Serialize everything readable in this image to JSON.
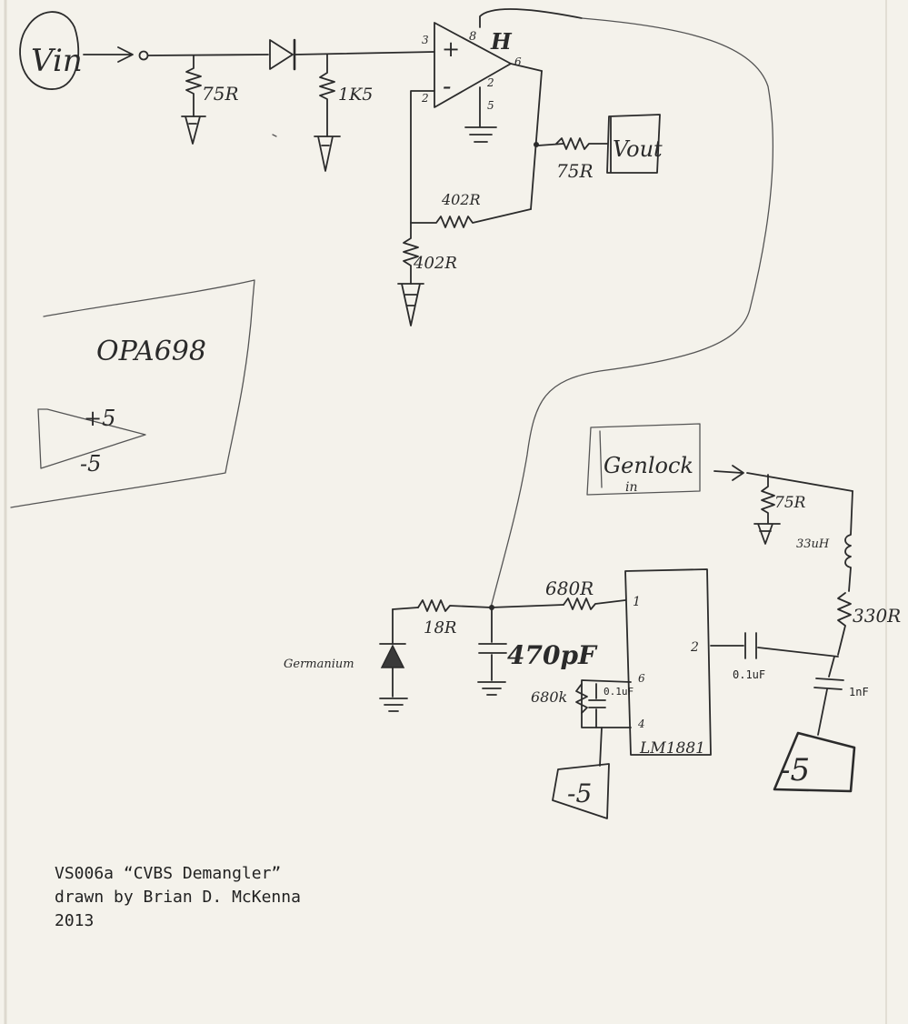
{
  "labels": {
    "vin": "Vin",
    "r_in": "75R",
    "r_1k5": "1K5",
    "pin3": "3",
    "pin8": "8",
    "pin_h": "H",
    "pin6_op": "6",
    "pin2_op": "2",
    "pin2_gnd": "2",
    "pin5": "5",
    "plus": "+",
    "minus": "-",
    "vout": "Vout",
    "r_out": "75R",
    "r_fb": "402R",
    "r_gnd": "402R",
    "opamp_name": "OPA698",
    "supply_pos": "+5",
    "supply_neg": "-5",
    "genlock": "Genlock",
    "genlock_sub": "in",
    "r_genlock": "75R",
    "inductor": "33uH",
    "r_330": "330R",
    "cap_01": "0.1uF",
    "cap_1n": "1nF",
    "neg5_right": "-5",
    "r_680": "680R",
    "r_18": "18R",
    "cap_470": "470pF",
    "germanium": "Germanium",
    "pin1": "1",
    "pin2_lm": "2",
    "pin6_lm": "6",
    "pin4_lm": "4",
    "r_680k": "680k",
    "cap_01_small": "0.1uF",
    "lm_name": "LM1881",
    "neg5_bottom": "-5"
  },
  "credit": {
    "line1": "VS006a “CVBS Demangler”",
    "line2": "drawn by Brian D. McKenna",
    "line3": "2013"
  }
}
